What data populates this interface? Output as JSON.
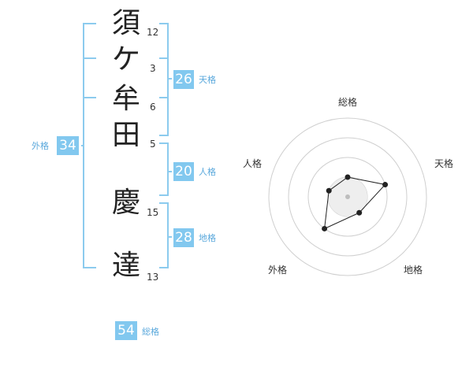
{
  "characters": [
    {
      "char": "須",
      "strokes": "12"
    },
    {
      "char": "ケ",
      "strokes": "3"
    },
    {
      "char": "牟",
      "strokes": "6"
    },
    {
      "char": "田",
      "strokes": "5"
    },
    {
      "char": "慶",
      "strokes": "15"
    },
    {
      "char": "達",
      "strokes": "13"
    }
  ],
  "kakusu": {
    "tenkaku": {
      "value": "26",
      "label": "天格"
    },
    "jinkaku": {
      "value": "20",
      "label": "人格"
    },
    "chikaku": {
      "value": "28",
      "label": "地格"
    },
    "gaikaku": {
      "value": "34",
      "label": "外格"
    },
    "soukaku": {
      "value": "54",
      "label": "総格"
    }
  },
  "radar": {
    "axes": [
      "総格",
      "天格",
      "地格",
      "外格",
      "人格"
    ],
    "levels": 4,
    "max": 4,
    "values": [
      1,
      2,
      1,
      2,
      1
    ],
    "colors": {
      "ring": "#cfcfcf",
      "line": "#222222",
      "dot": "#222222",
      "center": "#bdbdbd",
      "fill": "#eeeeee"
    }
  },
  "colors": {
    "accent": "#82c8ef",
    "bracket": "#8ccbee",
    "caption": "#5aa8dc"
  }
}
